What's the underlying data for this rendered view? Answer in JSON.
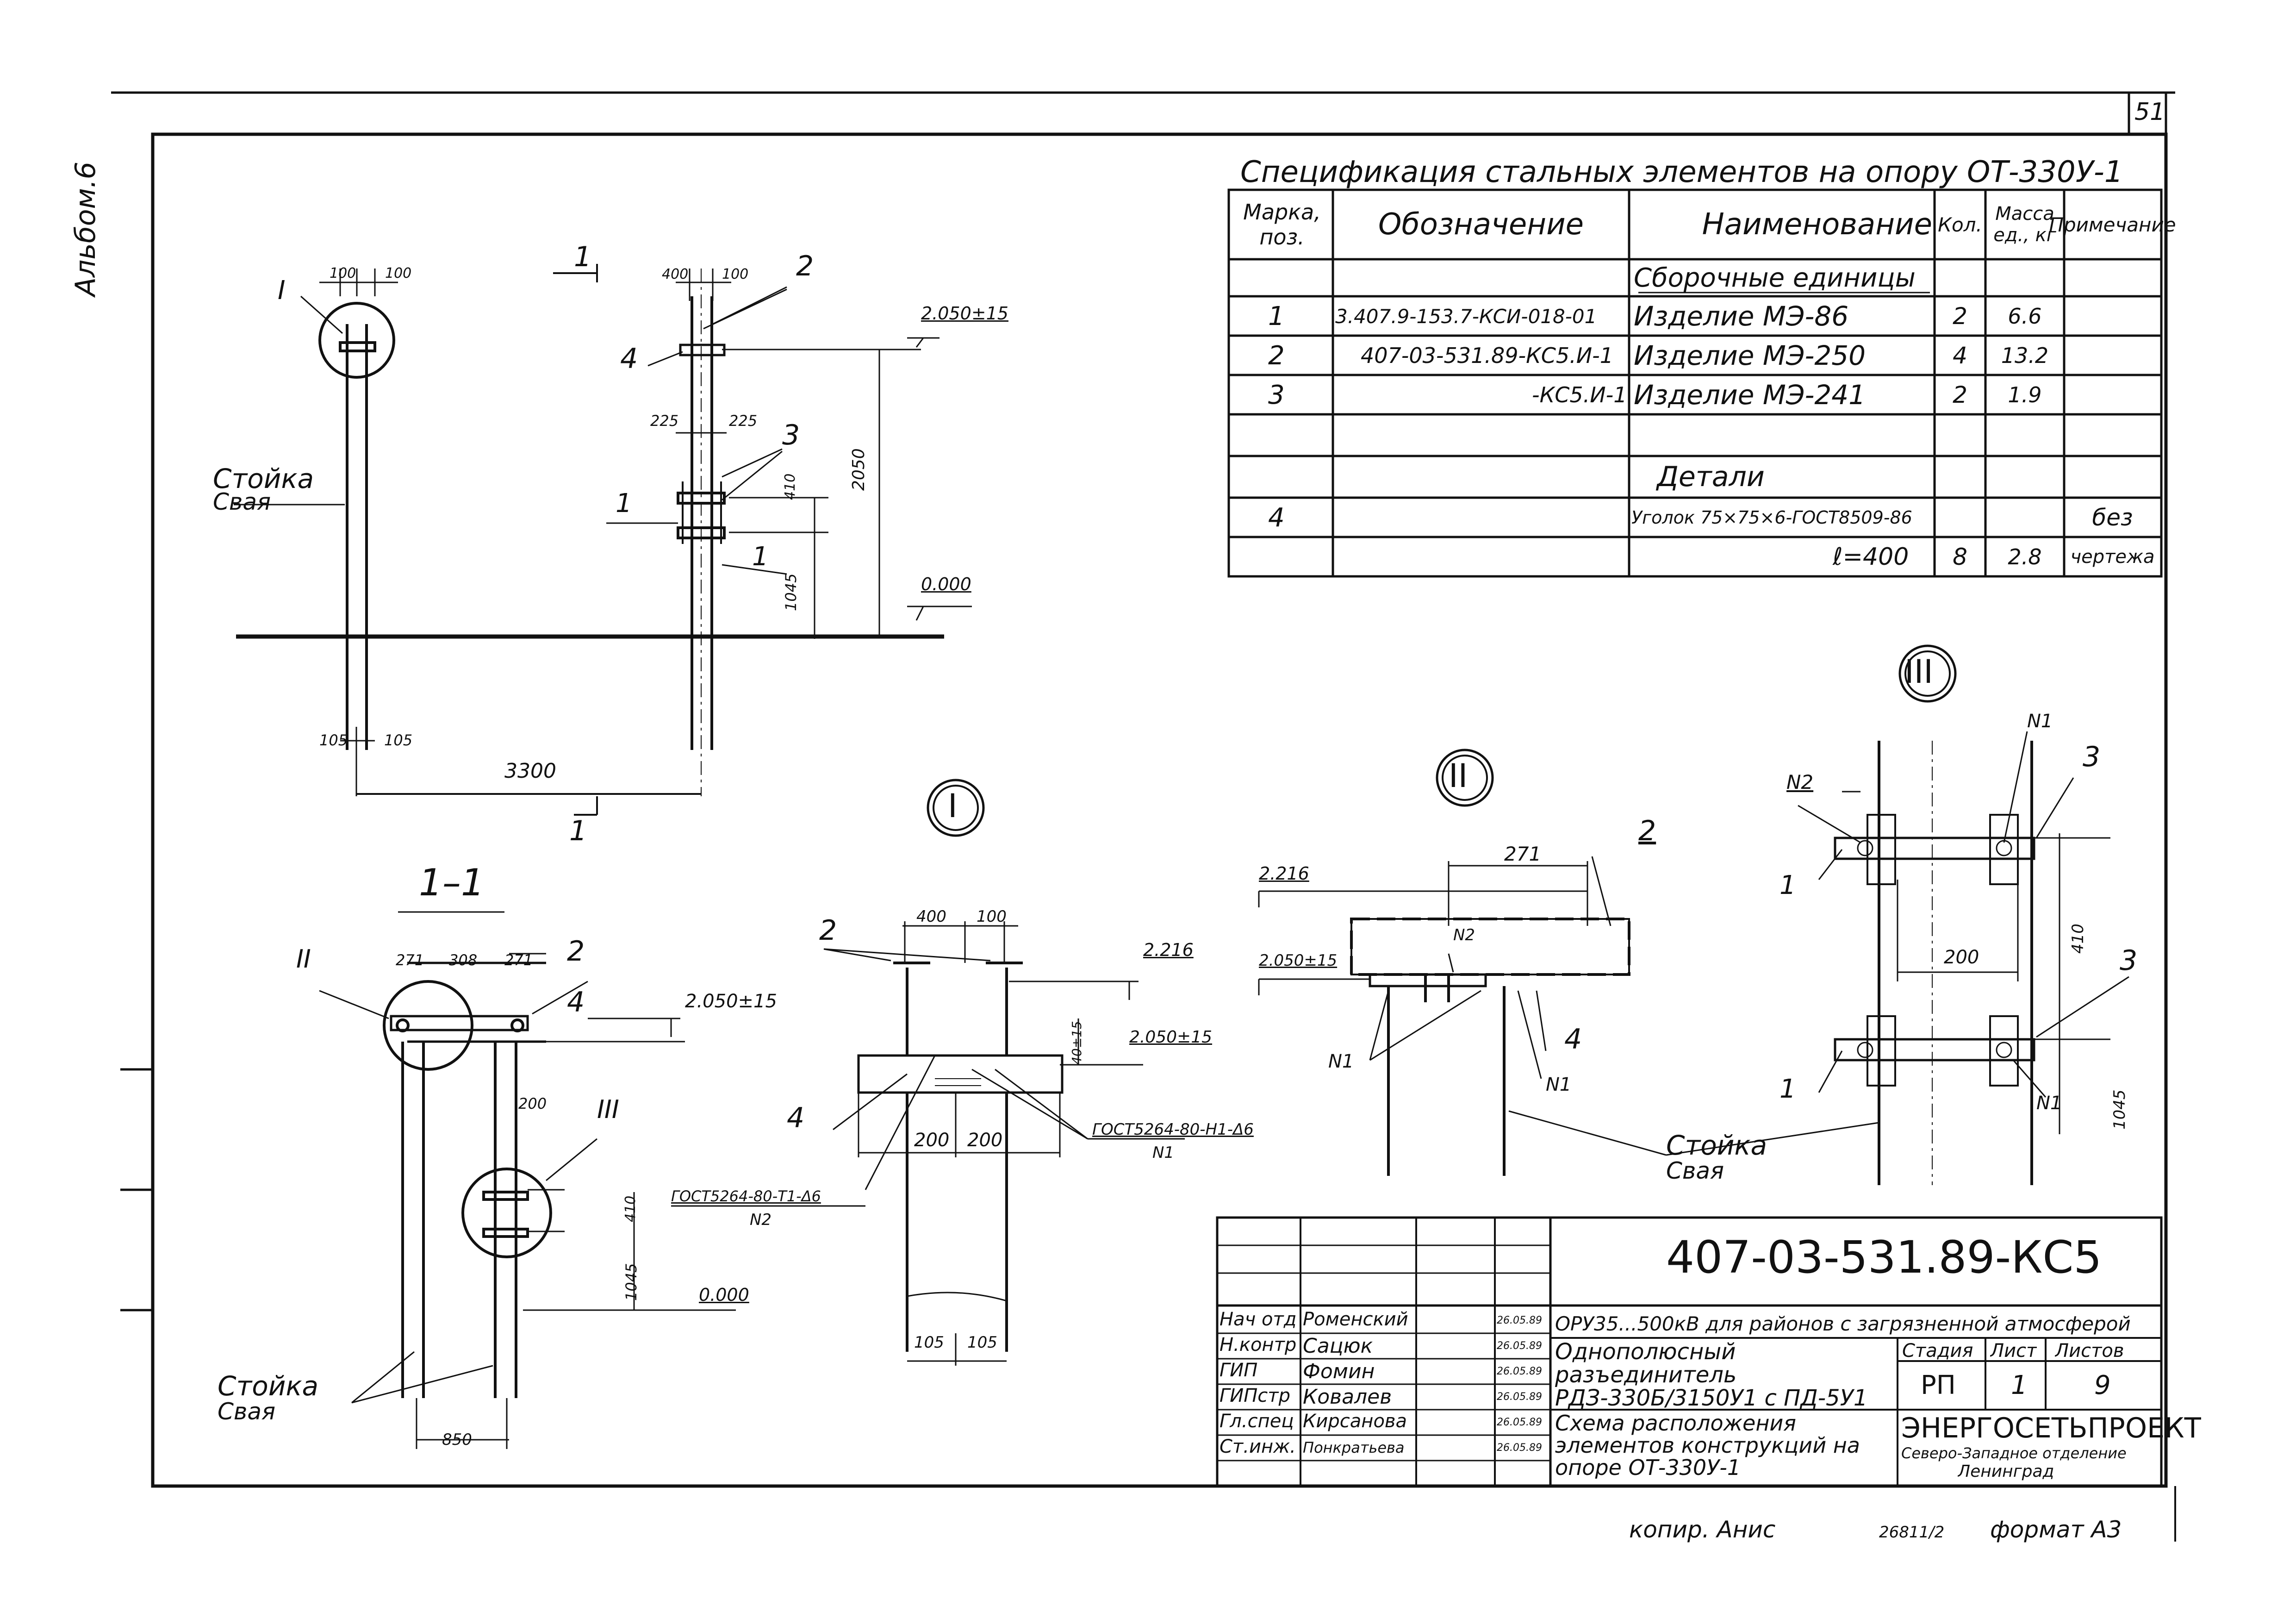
{
  "sheet": {
    "page_number": "51",
    "album_label": "Альбом.6",
    "copied_by": "копир. Анис",
    "code_bottom": "26811/2",
    "format": "формат А3"
  },
  "spec": {
    "title": "Спецификация стальных элементов на опору ОТ-330У-1",
    "headers": [
      "Марка, поз.",
      "Обозначение",
      "Наименование",
      "Кол.",
      "Масса ед., кг",
      "Примечание"
    ],
    "rows": [
      {
        "mark": "",
        "designation": "",
        "name": "Сборочные единицы",
        "qty": "",
        "mass": "",
        "note": ""
      },
      {
        "mark": "1",
        "designation": "3.407.9-153.7-КСИ-018-01",
        "name": "Изделие МЭ-86",
        "qty": "2",
        "mass": "6.6",
        "note": ""
      },
      {
        "mark": "2",
        "designation": "407-03-531.89-КС5.И-1",
        "name": "Изделие МЭ-250",
        "qty": "4",
        "mass": "13.2",
        "note": ""
      },
      {
        "mark": "3",
        "designation": "-КС5.И-1",
        "name": "Изделие МЭ-241",
        "qty": "2",
        "mass": "1.9",
        "note": ""
      },
      {
        "mark": "",
        "designation": "",
        "name": "",
        "qty": "",
        "mass": "",
        "note": ""
      },
      {
        "mark": "",
        "designation": "",
        "name": "Детали",
        "qty": "",
        "mass": "",
        "note": ""
      },
      {
        "mark": "4",
        "designation": "",
        "name": "Уголок 75×75×6-ГОСТ8509-86",
        "qty": "",
        "mass": "",
        "note": "без"
      },
      {
        "mark": "",
        "designation": "",
        "name": "ℓ=400",
        "qty": "8",
        "mass": "2.8",
        "note": "чертежа"
      }
    ]
  },
  "drawing": {
    "view_main": {
      "label_stoika": "Стойка",
      "label_svaya": "Свая",
      "callout_I": "I",
      "dim_100a": "100",
      "dim_100b": "100",
      "dim_105a": "105",
      "dim_105b": "105",
      "dim_3300": "3300",
      "section_mark": "1",
      "dim_400": "400",
      "dim_100c": "100",
      "dim_225a": "225",
      "dim_225b": "225",
      "dim_410": "410",
      "dim_1045": "1045",
      "dim_2050": "2050",
      "level_top": "2.050±15",
      "level_zero": "0.000",
      "pos_1a": "1",
      "pos_1b": "1",
      "pos_2": "2",
      "pos_3": "3",
      "pos_4": "4"
    },
    "section_11": {
      "title": "1–1",
      "callout_II": "II",
      "callout_III": "III",
      "dim_271a": "271",
      "dim_308": "308",
      "dim_271b": "271",
      "dim_200": "200",
      "dim_410": "410",
      "dim_1045": "1045",
      "dim_850": "850",
      "level_top": "2.050±15",
      "level_zero": "0.000",
      "pos_2": "2",
      "pos_4": "4",
      "label_stoika": "Стойка",
      "label_svaya": "Свая"
    },
    "detail_I": {
      "title": "I",
      "dim_400": "400",
      "dim_100": "100",
      "dim_200a": "200",
      "dim_200b": "200",
      "dim_105a": "105",
      "dim_105b": "105",
      "dim_40": "40±15",
      "level_a": "2.216",
      "level_b": "2.050±15",
      "weld_1": "ГОСТ5264-80-Т1-Δ6",
      "weld_1n": "N2",
      "weld_2": "ГОСТ5264-80-Н1-Δ6",
      "weld_2n": "N1",
      "pos_2": "2",
      "pos_4": "4"
    },
    "detail_II": {
      "title": "II",
      "dim_271": "271",
      "level_a": "2.216",
      "level_b": "2.050±15",
      "weld_n2": "N2",
      "weld_n1a": "N1",
      "weld_n1b": "N1",
      "pos_2": "2",
      "pos_4": "4",
      "label_stoika": "Стойка",
      "label_svaya": "Свая"
    },
    "detail_III": {
      "title": "III",
      "weld_n2": "N2",
      "weld_n1a": "N1",
      "weld_n1b": "N1",
      "dim_410": "410",
      "dim_200": "200",
      "dim_1045": "1045",
      "pos_1a": "1",
      "pos_1b": "1",
      "pos_3a": "3",
      "pos_3b": "3"
    }
  },
  "title_block": {
    "doc_code": "407-03-531.89-КС5",
    "project": "ОРУ35...500кВ для районов с загрязненной атмосферой",
    "roles": [
      {
        "role": "Нач отд",
        "name": "Роменский",
        "date": "26.05.89"
      },
      {
        "role": "Н.контр",
        "name": "Сацюк",
        "date": "26.05.89"
      },
      {
        "role": "ГИП",
        "name": "Фомин",
        "date": "26.05.89"
      },
      {
        "role": "ГИПстр",
        "name": "Ковалев",
        "date": "26.05.89"
      },
      {
        "role": "Гл.спец",
        "name": "Кирсанова",
        "date": "26.05.89"
      },
      {
        "role": "Ст.инж.",
        "name": "Понкратьева",
        "date": "26.05.89"
      }
    ],
    "sheet_name": "Однополюсный разъединитель РДЗ-330Б/3150У1 с ПД-5У1",
    "drawing_name": "Схема расположения элементов конструкций на опоре ОТ-330У-1",
    "stage_label": "Стадия",
    "sheet_label": "Лист",
    "sheets_label": "Листов",
    "stage": "РП",
    "sheet": "1",
    "sheets": "9",
    "org": "ЭНЕРГОСЕТЬПРОЕКТ",
    "org_sub": "Северо-Западное отделение",
    "org_city": "Ленинград"
  }
}
